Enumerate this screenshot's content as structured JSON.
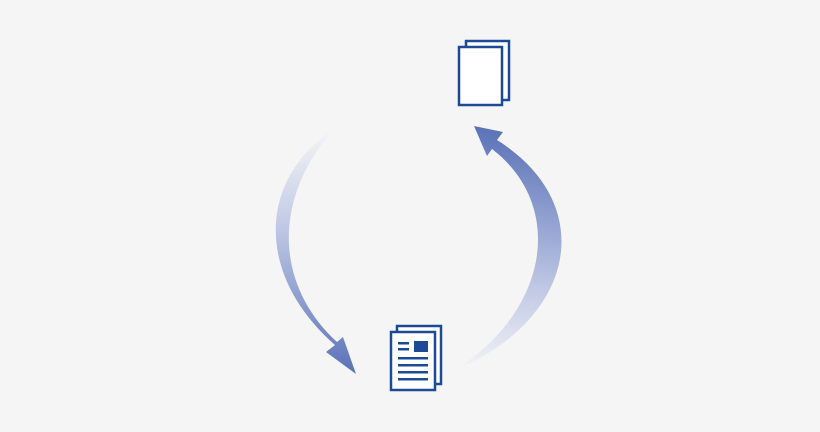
{
  "diagram": {
    "type": "cycle",
    "nodes": [
      {
        "id": "blank-documents",
        "icon": "blank-documents-icon"
      },
      {
        "id": "filled-documents",
        "icon": "filled-documents-icon"
      }
    ],
    "edges": [
      {
        "from": "blank-documents",
        "to": "filled-documents",
        "icon": "curved-arrow-left-icon"
      },
      {
        "from": "filled-documents",
        "to": "blank-documents",
        "icon": "curved-arrow-right-icon"
      }
    ]
  },
  "colors": {
    "background": "#f5f5f6",
    "icon_stroke": "#1d4a96",
    "icon_fill": "#ffffff",
    "arrow_dark": "#5a72b8",
    "arrow_light": "#f5f5f6"
  }
}
